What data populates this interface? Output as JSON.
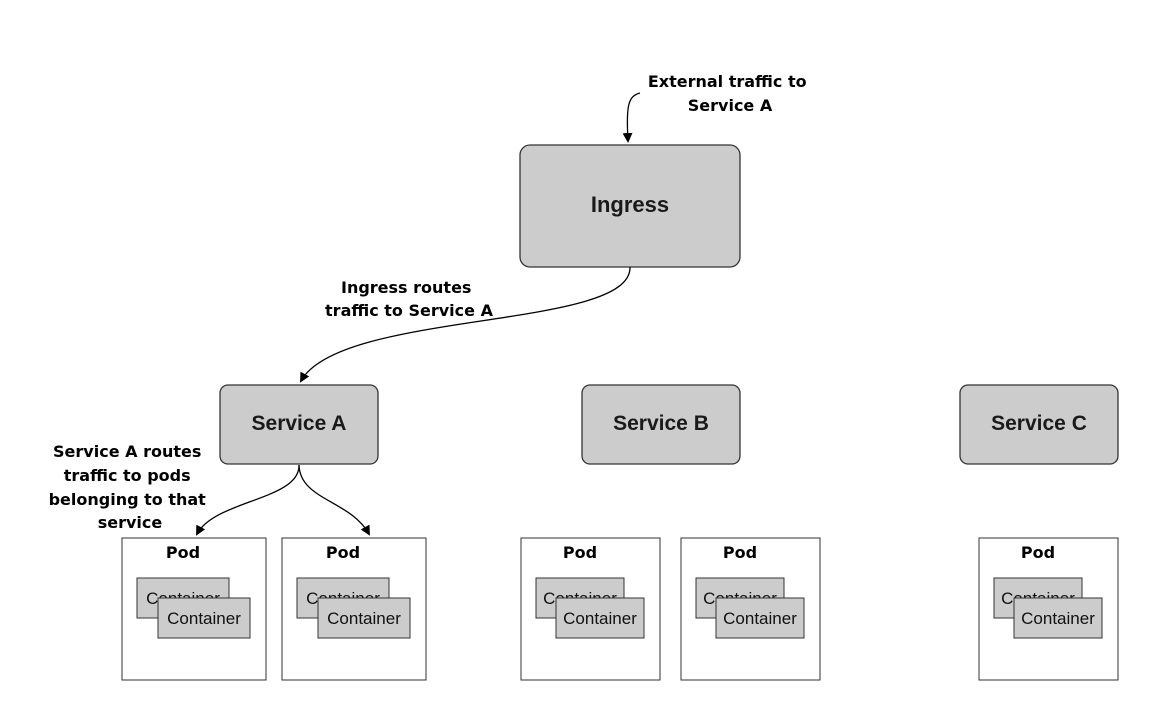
{
  "colors": {
    "box_fill": "#cccccc",
    "box_stroke": "#333333",
    "pod_stroke": "#333333",
    "arrow": "#000000"
  },
  "ingress": {
    "label": "Ingress",
    "incoming_note": [
      "External traffic to",
      "Service A"
    ]
  },
  "routes_note": [
    "Ingress routes",
    "traffic to Service A"
  ],
  "service_routes_note": [
    "Service A routes",
    "traffic to pods",
    "belonging to that",
    "service"
  ],
  "services": [
    {
      "label": "Service A"
    },
    {
      "label": "Service B"
    },
    {
      "label": "Service C"
    }
  ],
  "pods": [
    {
      "label": "Pod",
      "containers": [
        "Container",
        "Container"
      ]
    },
    {
      "label": "Pod",
      "containers": [
        "Container",
        "Container"
      ]
    },
    {
      "label": "Pod",
      "containers": [
        "Container",
        "Container"
      ]
    },
    {
      "label": "Pod",
      "containers": [
        "Container",
        "Container"
      ]
    },
    {
      "label": "Pod",
      "containers": [
        "Container",
        "Container"
      ]
    }
  ]
}
